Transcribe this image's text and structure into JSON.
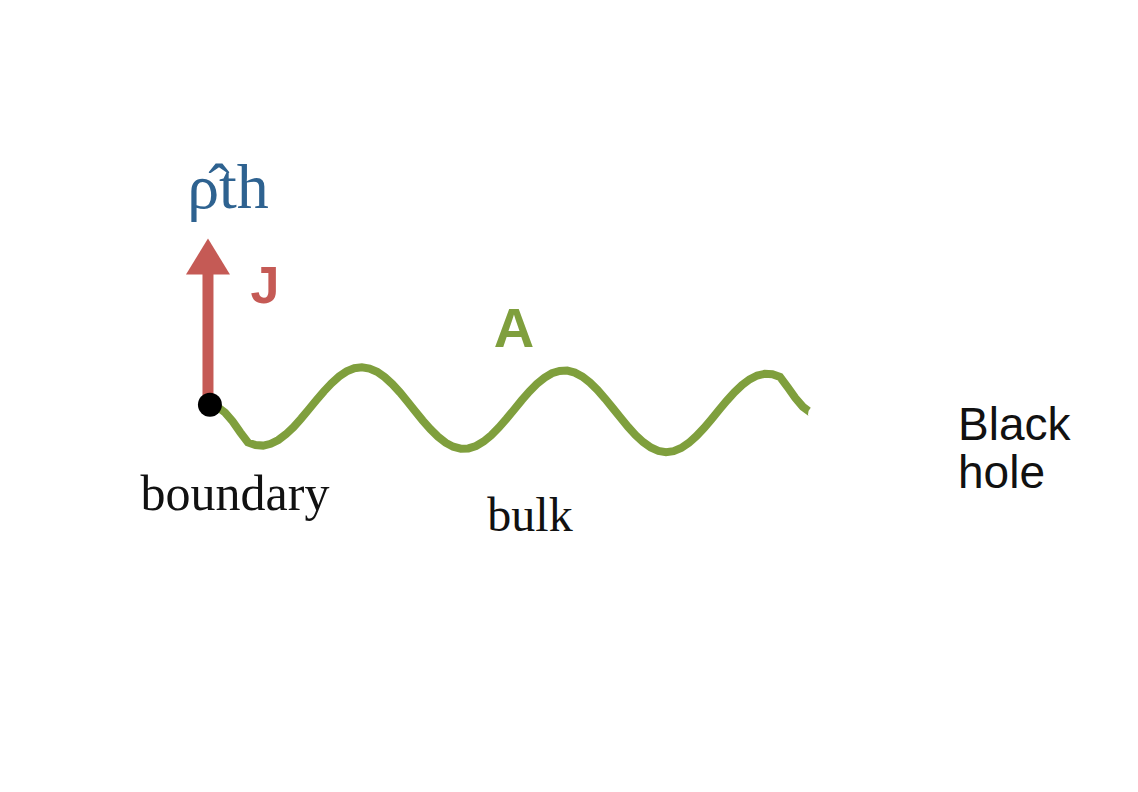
{
  "diagram": {
    "nodes": [
      {
        "text": [
          "bulk"
        ]
      },
      {
        "text": [
          "ρ̂th",
          "J",
          "boundary"
        ],
        "in": 0
      },
      {
        "text": [
          "Black hole"
        ],
        "in": 0
      }
    ],
    "edges": [
      {
        "from": 1,
        "to": 2,
        "arrow": "none",
        "label": "A"
      }
    ]
  }
}
